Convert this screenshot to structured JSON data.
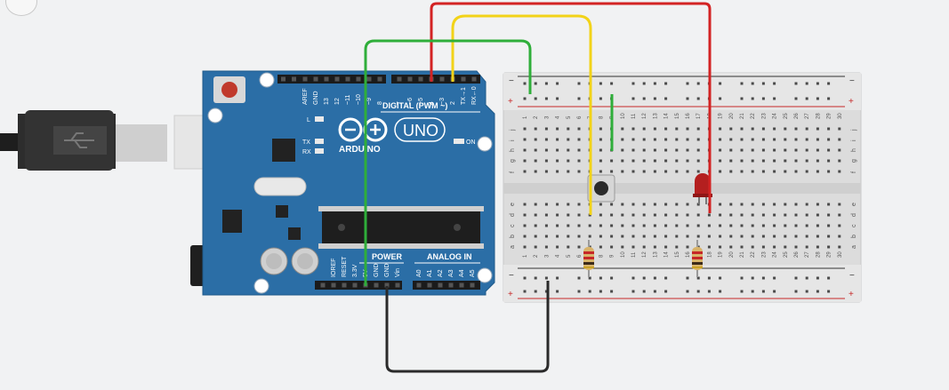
{
  "toolbar": {
    "fit_icon": "fit-to-view-icon"
  },
  "arduino": {
    "brand": "ARDUINO",
    "model": "UNO",
    "header_digital": "DIGITAL (PWM ~)",
    "header_power": "POWER",
    "header_analog": "ANALOG IN",
    "on_led": "ON",
    "led_l": "L",
    "led_tx": "TX",
    "led_rx": "RX",
    "digital_pins": [
      "AREF",
      "GND",
      "13",
      "12",
      "~11",
      "~10",
      "~9",
      "8",
      "7",
      "~6",
      "~5",
      "4",
      "~3",
      "2",
      "TX→1",
      "RX←0"
    ],
    "power_pins": [
      "IOREF",
      "RESET",
      "3.3V",
      "5V",
      "GND",
      "GND",
      "Vin"
    ],
    "analog_pins": [
      "A0",
      "A1",
      "A2",
      "A3",
      "A4",
      "A5"
    ]
  },
  "breadboard": {
    "col_numbers": [
      "1",
      "2",
      "3",
      "4",
      "5",
      "6",
      "7",
      "8",
      "9",
      "10",
      "11",
      "12",
      "13",
      "14",
      "15",
      "16",
      "17",
      "18",
      "19",
      "20",
      "21",
      "22",
      "23",
      "24",
      "25",
      "26",
      "27",
      "28",
      "29",
      "30"
    ],
    "rows_top": [
      "j",
      "i",
      "h",
      "g",
      "f"
    ],
    "rows_bottom": [
      "e",
      "d",
      "c",
      "b",
      "a"
    ],
    "rail_minus": "−",
    "rail_plus": "+"
  },
  "wire_colors": {
    "red": "#d32323",
    "yellow": "#f2d318",
    "green": "#2fae3a",
    "black": "#2a2a2a"
  },
  "components": [
    "arduino-uno",
    "breadboard",
    "pushbutton",
    "red-led",
    "resistor",
    "resistor",
    "usb-cable",
    "dc-power-jack"
  ]
}
